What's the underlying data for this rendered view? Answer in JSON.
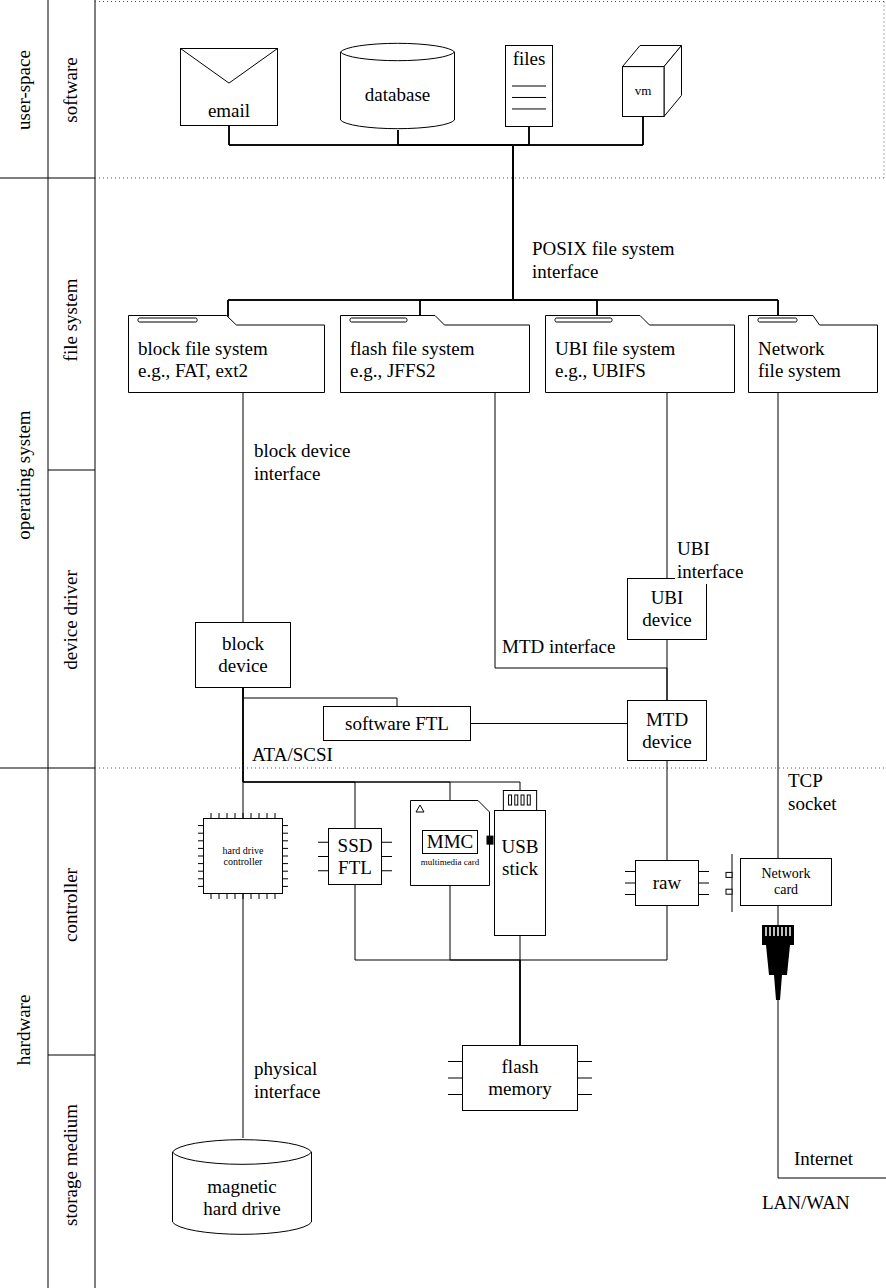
{
  "diagram": {
    "nodes": [
      {
        "text": [
          "email"
        ]
      },
      {
        "text": [
          "database"
        ]
      },
      {
        "text": [
          "files"
        ]
      },
      {
        "text": [
          "vm"
        ]
      },
      {
        "text": [
          "block file system e.g., FAT, ext2"
        ]
      },
      {
        "text": [
          "flash file system e.g., JFFS2"
        ]
      },
      {
        "text": [
          "UBI file system e.g., UBIFS"
        ]
      },
      {
        "text": [
          "Network file system"
        ]
      },
      {
        "text": [
          "block device"
        ]
      },
      {
        "text": [
          "UBI device"
        ]
      },
      {
        "text": [
          "software FTL"
        ]
      },
      {
        "text": [
          "MTD device"
        ]
      },
      {
        "text": [
          "hard drive controller"
        ]
      },
      {
        "text": [
          "SSD FTL"
        ]
      },
      {
        "text": [
          "MMC",
          "multimedia card"
        ]
      },
      {
        "text": [
          "USB stick"
        ]
      },
      {
        "text": [
          "raw"
        ]
      },
      {
        "text": [
          "Network card"
        ]
      },
      {
        "text": [
          "magnetic hard drive"
        ]
      },
      {
        "text": [
          "flash memory"
        ]
      }
    ],
    "edges": [
      {
        "from": 0,
        "to": 4,
        "arrow": "none"
      },
      {
        "from": 0,
        "to": 5,
        "arrow": "none"
      },
      {
        "from": 0,
        "to": 6,
        "arrow": "none"
      },
      {
        "from": 0,
        "to": 7,
        "arrow": "none"
      },
      {
        "from": 1,
        "to": 4,
        "arrow": "none"
      },
      {
        "from": 1,
        "to": 5,
        "arrow": "none"
      },
      {
        "from": 1,
        "to": 6,
        "arrow": "none"
      },
      {
        "from": 1,
        "to": 7,
        "arrow": "none"
      },
      {
        "from": 2,
        "to": 4,
        "arrow": "none"
      },
      {
        "from": 2,
        "to": 5,
        "arrow": "none"
      },
      {
        "from": 2,
        "to": 6,
        "arrow": "none"
      },
      {
        "from": 2,
        "to": 7,
        "arrow": "none"
      },
      {
        "from": 3,
        "to": 4,
        "arrow": "none"
      },
      {
        "from": 3,
        "to": 5,
        "arrow": "none"
      },
      {
        "from": 3,
        "to": 6,
        "arrow": "none"
      },
      {
        "from": 3,
        "to": 7,
        "arrow": "none"
      },
      {
        "from": 4,
        "to": 8,
        "arrow": "none"
      },
      {
        "from": 5,
        "to": 11,
        "arrow": "none"
      },
      {
        "from": 6,
        "to": 9,
        "arrow": "none"
      },
      {
        "from": 7,
        "to": 17,
        "arrow": "none"
      },
      {
        "from": 8,
        "to": 10,
        "arrow": "none"
      },
      {
        "from": 10,
        "to": 11,
        "arrow": "none"
      },
      {
        "from": 9,
        "to": 11,
        "arrow": "none"
      },
      {
        "from": 8,
        "to": 12,
        "arrow": "none"
      },
      {
        "from": 8,
        "to": 13,
        "arrow": "none"
      },
      {
        "from": 8,
        "to": 14,
        "arrow": "none"
      },
      {
        "from": 8,
        "to": 15,
        "arrow": "none"
      },
      {
        "from": 11,
        "to": 16,
        "arrow": "none"
      },
      {
        "from": 12,
        "to": 18,
        "arrow": "none"
      },
      {
        "from": 13,
        "to": 19,
        "arrow": "none"
      },
      {
        "from": 14,
        "to": 19,
        "arrow": "none"
      },
      {
        "from": 15,
        "to": 19,
        "arrow": "none"
      },
      {
        "from": 16,
        "to": 19,
        "arrow": "none"
      }
    ],
    "labels": [
      "user-space",
      "software",
      "operating system",
      "file system",
      "device driver",
      "hardware",
      "controller",
      "storage medium",
      "POSIX file system interface",
      "block device interface",
      "UBI interface",
      "MTD interface",
      "ATA/SCSI",
      "TCP socket",
      "physical interface",
      "Internet",
      "LAN/WAN"
    ]
  }
}
